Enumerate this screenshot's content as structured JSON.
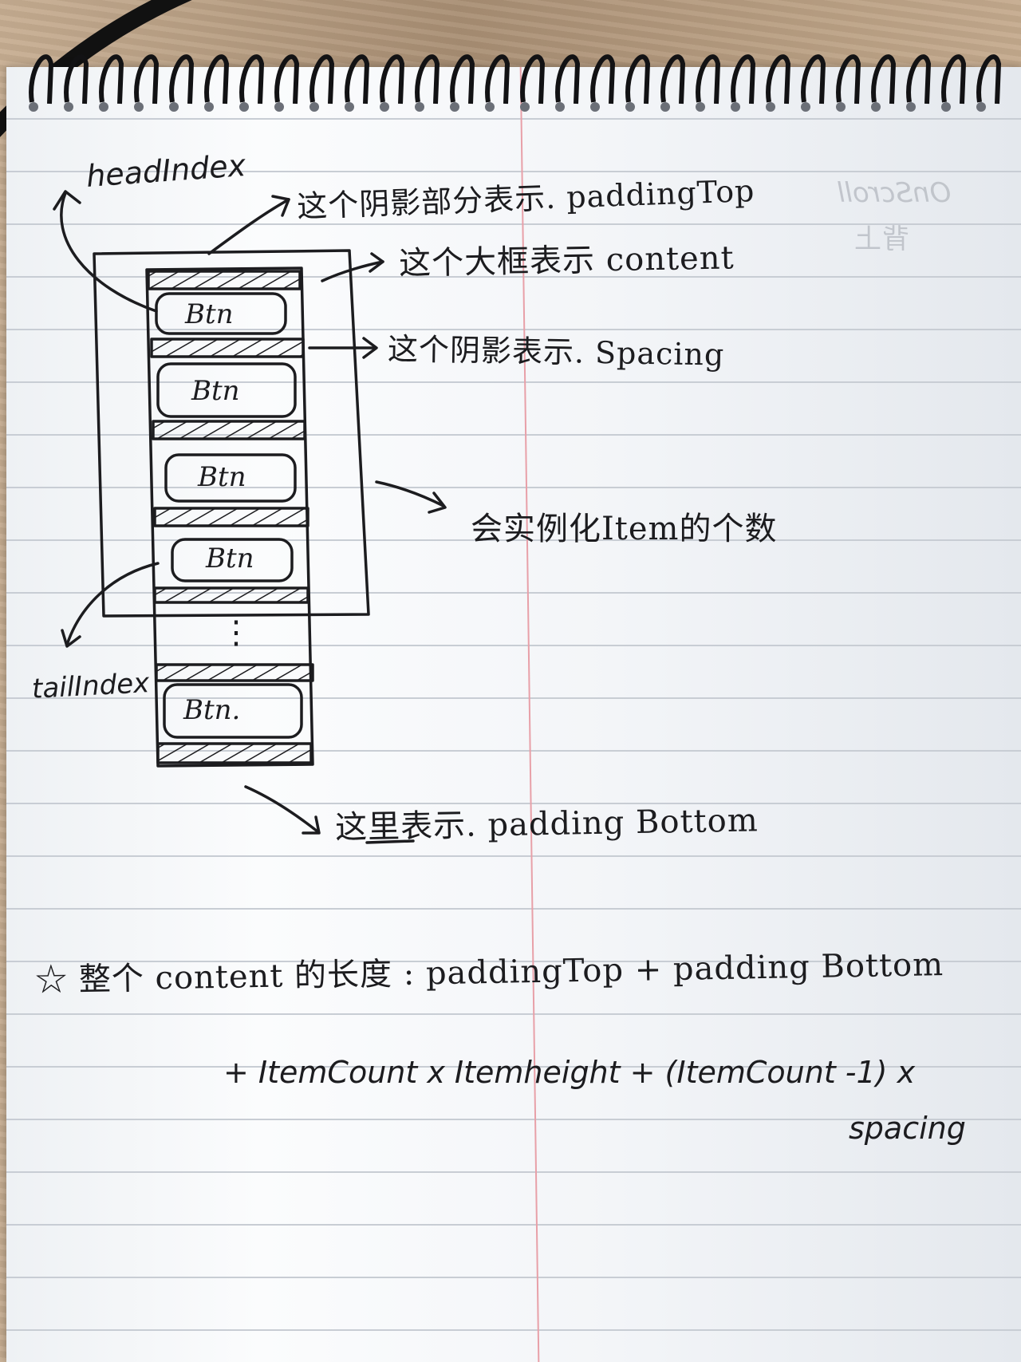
{
  "notes": {
    "head_index": "headIndex",
    "tail_index": "tailIndex",
    "padding_top_note": "这个阴影部分表示. paddingTop",
    "content_note": "这个大框表示 content",
    "spacing_note": "这个阴影表示. Spacing",
    "instantiate_note": "会实例化Item的个数",
    "padding_bottom_note": "这里表示. padding Bottom",
    "faded_note_1": "OnScroll",
    "faded_note_2": "背上",
    "formula_line_1": "☆ 整个 content 的长度 :  paddingTop + padding Bottom",
    "formula_line_2": "+  ItemCount x  Itemheight + (ItemCount -1) x",
    "formula_line_3": "spacing"
  },
  "diagram": {
    "buttons": [
      "Btn",
      "Btn",
      "Btn",
      "Btn",
      "Btn."
    ],
    "ellipsis": "⋮"
  },
  "colors": {
    "ink": "#1c1c1f",
    "paper": "#f6f8fa",
    "rule_line": "#c8cdd4",
    "margin_line": "#e8a0a8",
    "desk": "#b9a186"
  }
}
